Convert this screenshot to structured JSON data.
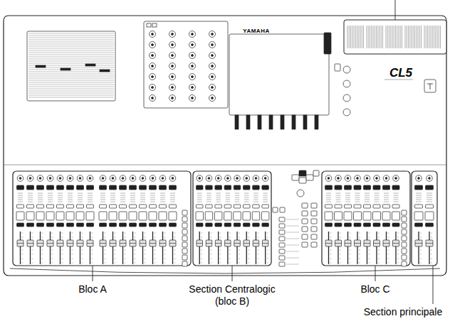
{
  "diagram": {
    "labels": [
      "YAMAHA",
      "CL5",
      "Bloc A",
      "Section Centralogic (bloc B)",
      "Bloc C",
      "Section principale"
    ]
  }
}
